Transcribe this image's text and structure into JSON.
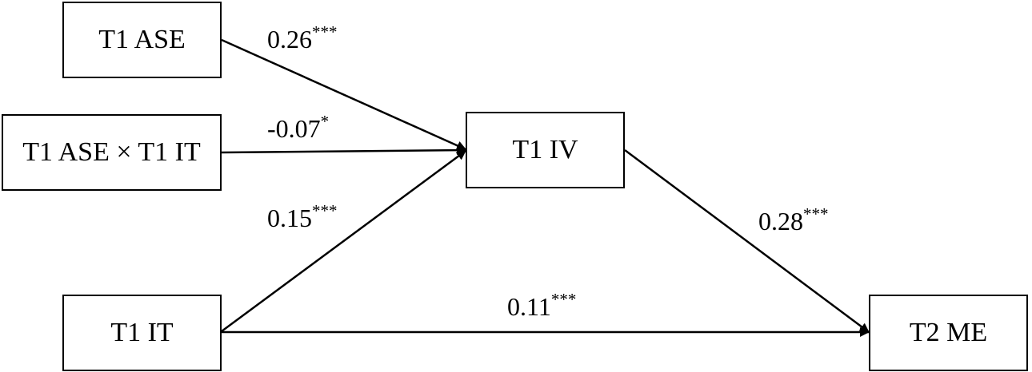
{
  "nodes": {
    "t1_ase": "T1 ASE",
    "t1_interaction": "T1 ASE × T1 IT",
    "t1_iv": "T1 IV",
    "t1_it": "T1 IT",
    "t2_me": "T2 ME"
  },
  "paths": {
    "ase_to_iv": {
      "value": "0.26",
      "sig": "***"
    },
    "interaction_to_iv": {
      "value": "-0.07",
      "sig": "*"
    },
    "it_to_iv": {
      "value": "0.15",
      "sig": "***"
    },
    "iv_to_me": {
      "value": "0.28",
      "sig": "***"
    },
    "it_to_me": {
      "value": "0.11",
      "sig": "***"
    }
  },
  "colors": {
    "stroke": "#000000",
    "background": "#ffffff"
  }
}
